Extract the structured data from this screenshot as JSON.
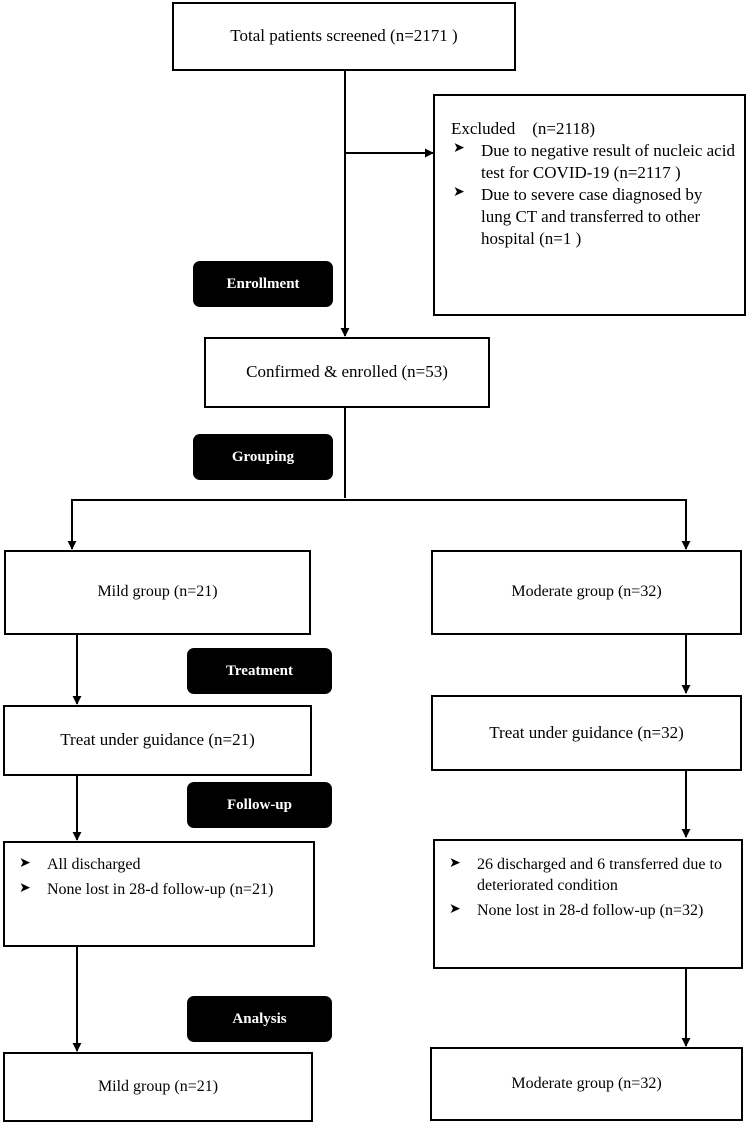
{
  "screened": "Total patients screened (n=2171 )",
  "excluded": {
    "title": "Excluded    (n=2118)",
    "items": [
      "Due to negative result  of nucleic acid test for COVID-19 (n=2117 )",
      "Due to severe case diagnosed by lung CT and transferred to other hospital (n=1 )"
    ]
  },
  "phases": {
    "enrollment": "Enrollment",
    "grouping": "Grouping",
    "treatment": "Treatment",
    "followup": "Follow-up",
    "analysis": "Analysis"
  },
  "enrolled": "Confirmed & enrolled (n=53)",
  "mild": {
    "group": "Mild group (n=21)",
    "treat": "Treat under guidance (n=21)",
    "followup": [
      "All discharged",
      "None lost in 28-d follow-up (n=21)"
    ],
    "analysis": "Mild group (n=21)"
  },
  "moderate": {
    "group": "Moderate group (n=32)",
    "treat": "Treat under guidance (n=32)",
    "followup": [
      "26 discharged and 6 transferred due to deteriorated condition",
      "None lost in 28-d follow-up (n=32)"
    ],
    "analysis": "Moderate group (n=32)"
  }
}
